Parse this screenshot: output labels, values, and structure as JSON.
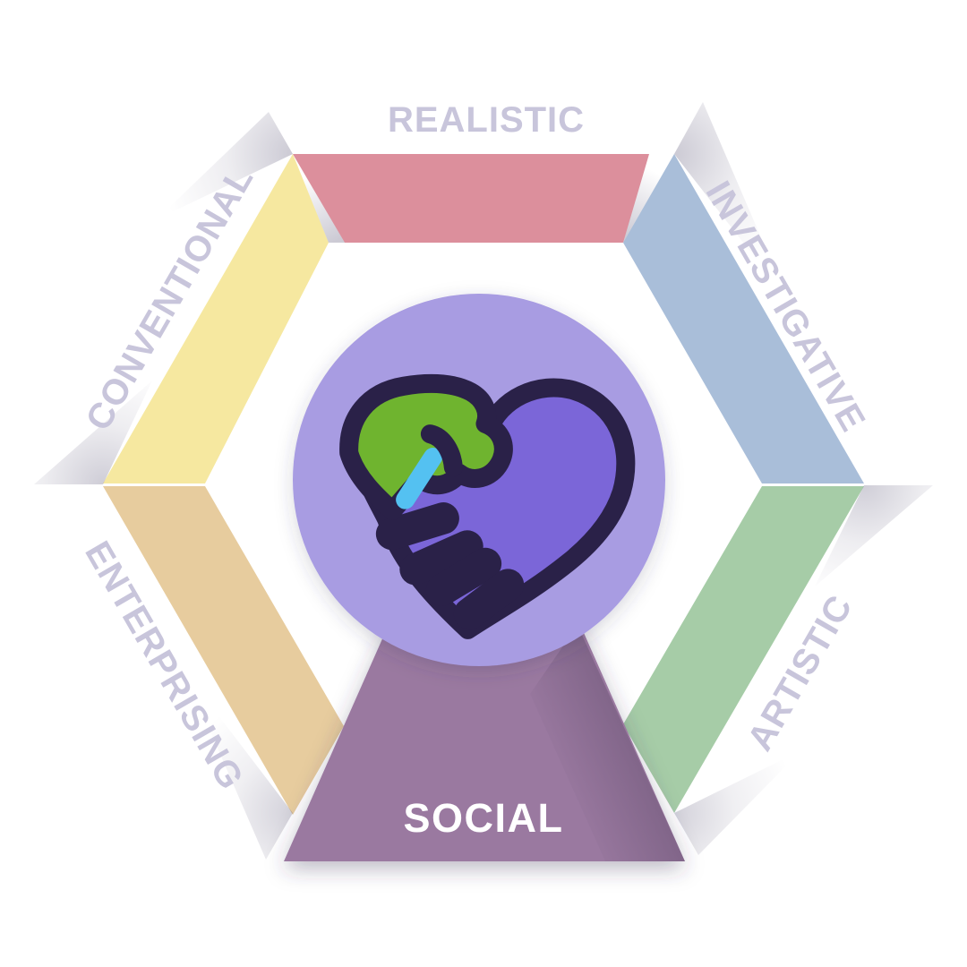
{
  "diagram": {
    "name": "career-interest-hexagon",
    "background_color": "#FFFFFF",
    "selected_segment": "social"
  },
  "segments": [
    {
      "id": "realistic",
      "label": "REALISTIC",
      "color": "#DC8F9C",
      "label_color": "#C8C5DB",
      "selected": false
    },
    {
      "id": "investigative",
      "label": "INVESTIGATIVE",
      "color": "#A9BED9",
      "label_color": "#C8C5DB",
      "selected": false
    },
    {
      "id": "artistic",
      "label": "ARTISTIC",
      "color": "#A6CCA7",
      "label_color": "#C8C5DB",
      "selected": false
    },
    {
      "id": "social",
      "label": "SOCIAL",
      "color": "#9A79A0",
      "label_color": "#FFFFFF",
      "selected": true
    },
    {
      "id": "enterprising",
      "label": "ENTERPRISING",
      "color": "#E7CC9E",
      "label_color": "#C8C5DB",
      "selected": false
    },
    {
      "id": "conventional",
      "label": "CONVENTIONAL",
      "color": "#F6E8A0",
      "label_color": "#C8C5DB",
      "selected": false
    }
  ],
  "center_icon": {
    "name": "handshake-heart-icon",
    "background": "#A89CE2",
    "heart_color": "#7B66D8",
    "hand_color": "#6FB42F",
    "cuff_color": "#54C1F1",
    "outline_color": "#2A2148"
  }
}
